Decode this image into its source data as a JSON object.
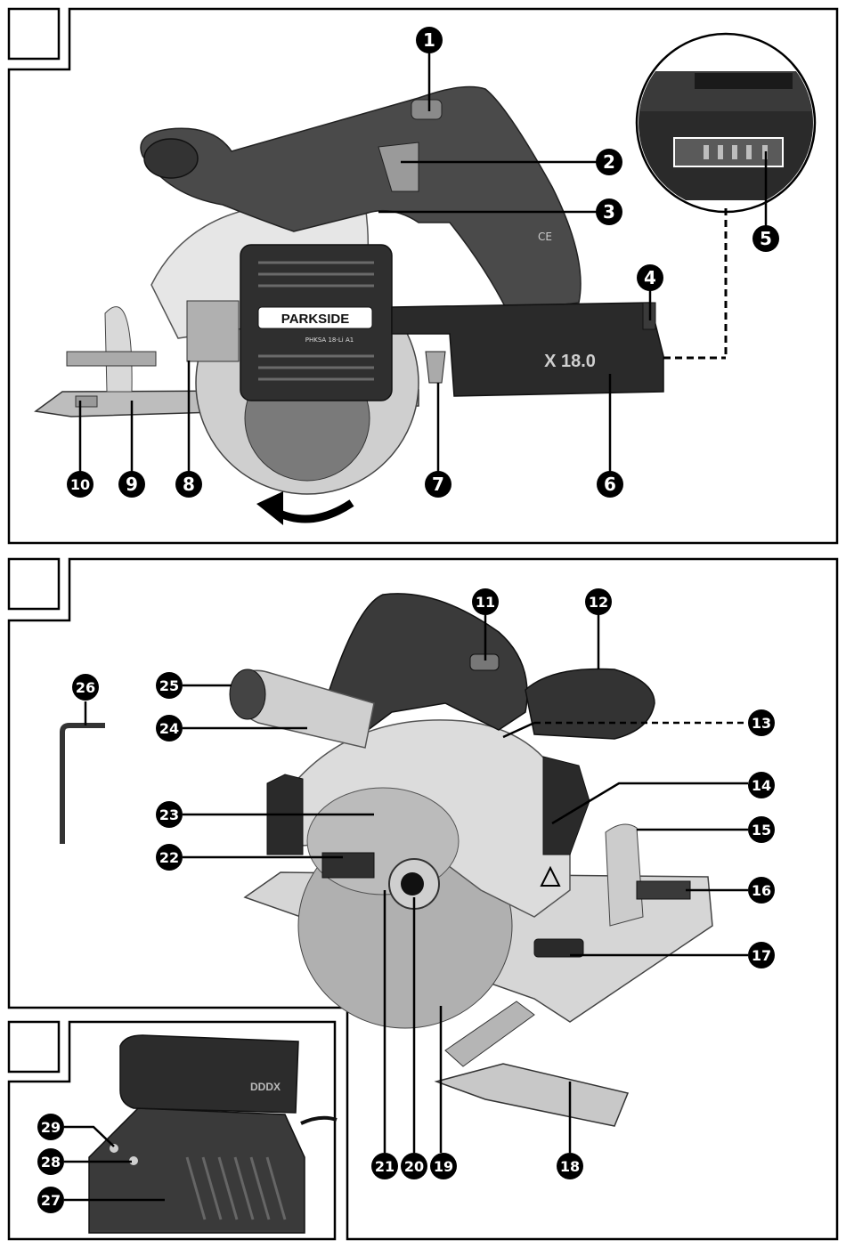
{
  "brand": {
    "name": "PARKSIDE",
    "model": "PHKSA 18-Li A1",
    "battery_mark": "X 18.0",
    "ce_mark": "CE",
    "charger_mark": "DDDX"
  },
  "figures": [
    {
      "id": "fig1",
      "number": ""
    },
    {
      "id": "fig2",
      "number": ""
    },
    {
      "id": "fig3",
      "number": ""
    }
  ],
  "callouts": [
    {
      "id": "c1",
      "text": "1"
    },
    {
      "id": "c2",
      "text": "2"
    },
    {
      "id": "c3",
      "text": "3"
    },
    {
      "id": "c4",
      "text": "4"
    },
    {
      "id": "c5",
      "text": "5"
    },
    {
      "id": "c6",
      "text": "6"
    },
    {
      "id": "c7",
      "text": "7"
    },
    {
      "id": "c8",
      "text": "8"
    },
    {
      "id": "c9",
      "text": "9"
    },
    {
      "id": "c10",
      "text": "10"
    },
    {
      "id": "c11",
      "text": "11"
    },
    {
      "id": "c12",
      "text": "12"
    },
    {
      "id": "c13",
      "text": "13"
    },
    {
      "id": "c14",
      "text": "14"
    },
    {
      "id": "c15",
      "text": "15"
    },
    {
      "id": "c16",
      "text": "16"
    },
    {
      "id": "c17",
      "text": "17"
    },
    {
      "id": "c18",
      "text": "18"
    },
    {
      "id": "c19",
      "text": "19"
    },
    {
      "id": "c20",
      "text": "20"
    },
    {
      "id": "c21",
      "text": "21"
    },
    {
      "id": "c22",
      "text": "22"
    },
    {
      "id": "c23",
      "text": "23"
    },
    {
      "id": "c24",
      "text": "24"
    },
    {
      "id": "c25",
      "text": "25"
    },
    {
      "id": "c26",
      "text": "26"
    },
    {
      "id": "c27",
      "text": "27"
    },
    {
      "id": "c28",
      "text": "28"
    },
    {
      "id": "c29",
      "text": "29"
    }
  ]
}
